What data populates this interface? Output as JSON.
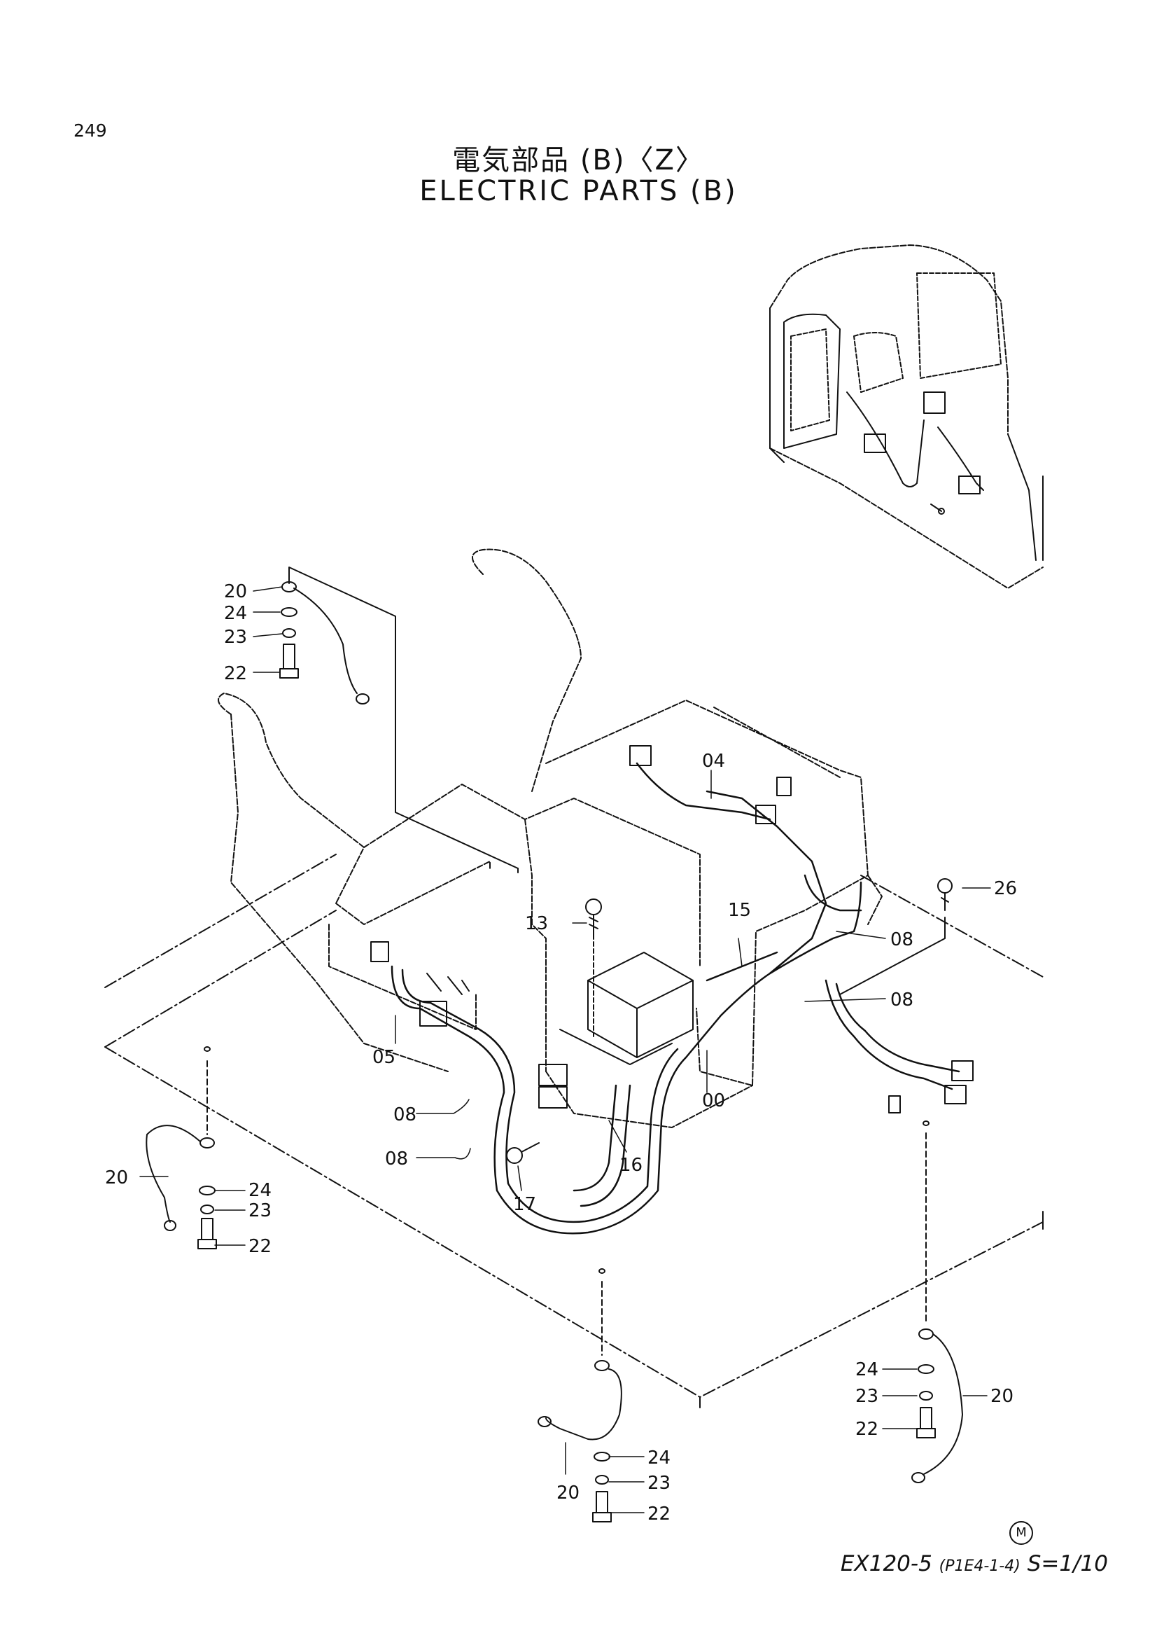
{
  "page_number": "249",
  "title_jp": "電気部品 (B)〈Z〉",
  "title_en": "ELECTRIC PARTS (B)",
  "footer": {
    "model": "EX120-5",
    "code": "(P1E4-1-4)",
    "scale": "S=1/10"
  },
  "marks": {
    "m_symbol": "M"
  },
  "callouts": {
    "c00": "00",
    "c04": "04",
    "c05": "05",
    "c08a": "08",
    "c08b": "08",
    "c08c": "08",
    "c08d": "08",
    "c13": "13",
    "c15": "15",
    "c16": "16",
    "c17": "17",
    "c26": "26",
    "g1_20": "20",
    "g1_24": "24",
    "g1_23": "23",
    "g1_22": "22",
    "g2_20": "20",
    "g2_24": "24",
    "g2_23": "23",
    "g2_22": "22",
    "g3_20": "20",
    "g3_24": "24",
    "g3_23": "23",
    "g3_22": "22",
    "g4_20": "20",
    "g4_24": "24",
    "g4_23": "23",
    "g4_22": "22"
  },
  "colors": {
    "ink": "#111111",
    "background": "#ffffff"
  }
}
